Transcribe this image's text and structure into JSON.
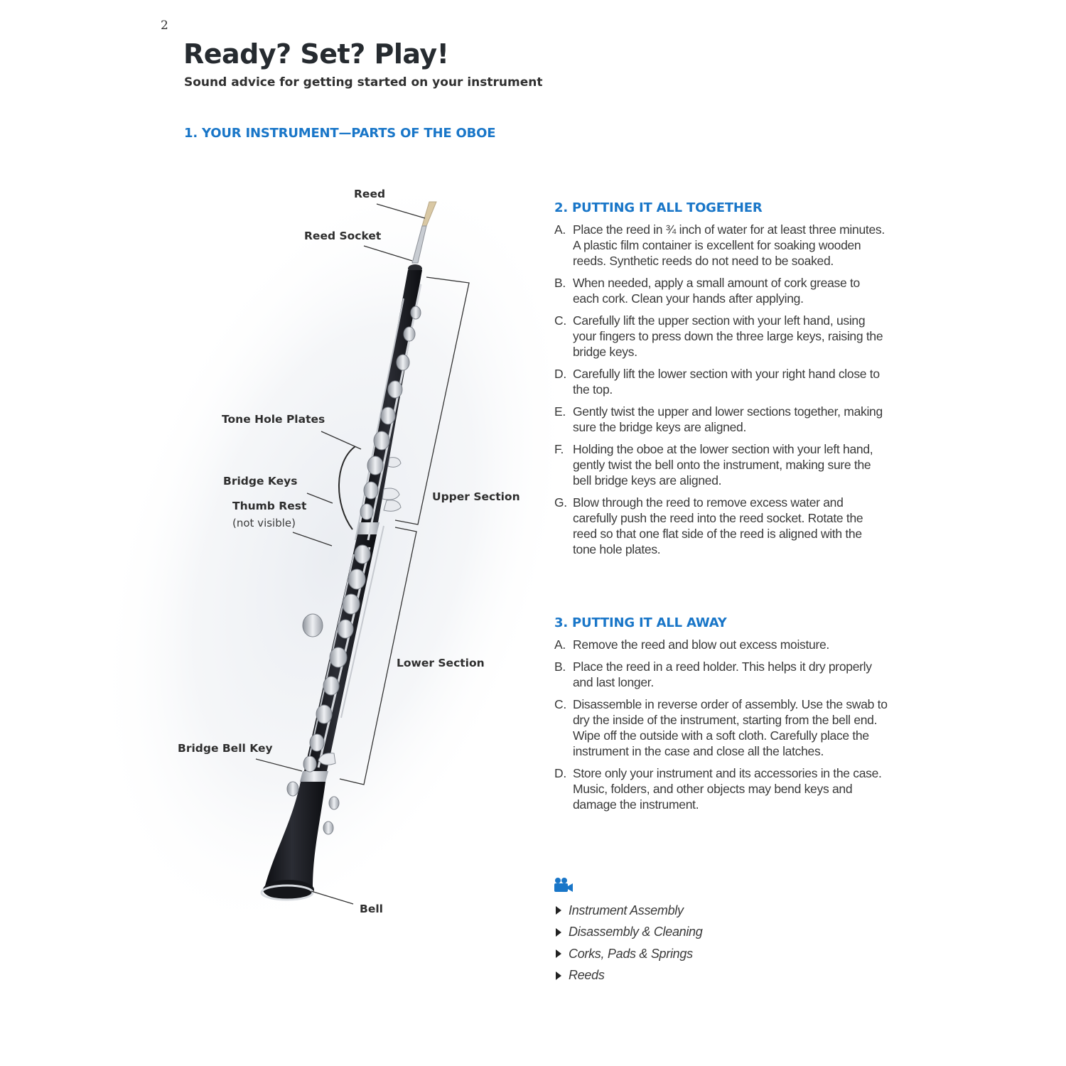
{
  "page": {
    "number": "2",
    "title": "Ready? Set? Play!",
    "subtitle": "Sound advice for getting started on your instrument"
  },
  "section1": {
    "heading": "1. YOUR INSTRUMENT—PARTS OF THE OBOE",
    "labels": {
      "reed": "Reed",
      "reed_socket": "Reed Socket",
      "tone_hole_plates": "Tone Hole Plates",
      "bridge_keys": "Bridge Keys",
      "thumb_rest": "Thumb Rest",
      "thumb_rest_note": "(not visible)",
      "upper_section": "Upper Section",
      "lower_section": "Lower Section",
      "bridge_bell_key": "Bridge Bell Key",
      "bell": "Bell"
    }
  },
  "section2": {
    "heading": "2. PUTTING IT ALL TOGETHER",
    "steps": [
      {
        "letter": "A.",
        "text": "Place the reed in ¾ inch of water for at least three minutes. A plastic film container is excellent for soaking wooden reeds. Synthetic reeds do not need to be soaked."
      },
      {
        "letter": "B.",
        "text": "When needed, apply a small amount of cork grease to each cork. Clean your hands after applying."
      },
      {
        "letter": "C.",
        "text": "Carefully lift the upper section with your left hand, using your fingers to press down the three large keys, raising the bridge keys."
      },
      {
        "letter": "D.",
        "text": "Carefully lift the lower section with your right hand close to the top."
      },
      {
        "letter": "E.",
        "text": "Gently twist the upper and lower sections together, making sure the bridge keys are aligned."
      },
      {
        "letter": "F.",
        "text": "Holding the oboe at the lower section with your left hand, gently twist the bell onto the instrument, making sure the bell bridge keys are aligned."
      },
      {
        "letter": "G.",
        "text": "Blow through the reed to remove excess water and carefully push the reed into the reed socket. Rotate the reed so that one flat side of the reed is aligned with the tone hole plates."
      }
    ]
  },
  "section3": {
    "heading": "3. PUTTING IT ALL AWAY",
    "steps": [
      {
        "letter": "A.",
        "text": "Remove the reed and blow out excess moisture."
      },
      {
        "letter": "B.",
        "text": "Place the reed in a reed holder. This helps it dry properly and last longer."
      },
      {
        "letter": "C.",
        "text": "Disassemble in reverse order of assembly. Use the swab to dry the inside of the instrument, starting from the bell end. Wipe off the outside with a soft cloth. Carefully place the instrument in the case and close all the latches."
      },
      {
        "letter": "D.",
        "text": "Store only your instrument and its accessories in the case. Music, folders, and other objects may bend keys and damage the instrument."
      }
    ]
  },
  "videos": {
    "icon": "video-camera-icon",
    "links": [
      "Instrument Assembly",
      "Disassembly & Cleaning",
      "Corks, Pads & Springs",
      "Reeds"
    ]
  },
  "colors": {
    "heading_blue": "#1976c8",
    "oboe_body": "#1c1d22",
    "keys_silver": "#c9ccd2"
  }
}
